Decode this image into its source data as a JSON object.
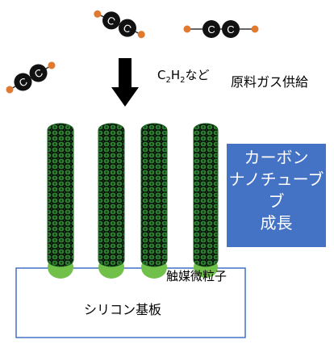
{
  "labels": {
    "feed_gas": "原料ガス供給",
    "c2h2_prefix": "C",
    "c2h2_sub1": "2",
    "c2h2_mid": "H",
    "c2h2_sub2": "2",
    "c2h2_suffix": "など",
    "cnt_growth_line1": "カーボン",
    "cnt_growth_line2": "ナノチューブ",
    "cnt_growth_line3": "ブ",
    "cnt_growth_line4": "成長",
    "catalyst": "触媒微粒子",
    "substrate": "シリコン基板"
  },
  "molecule_atom_label": "C",
  "colors": {
    "carbon_atom": "#111111",
    "hydrogen_atom": "#e07a30",
    "nanotube_fill": "#2e7d32",
    "nanotube_mesh": "#000000",
    "catalyst_particle": "#70c04a",
    "growth_box": "#4472c4",
    "substrate_border": "#4472c4"
  }
}
